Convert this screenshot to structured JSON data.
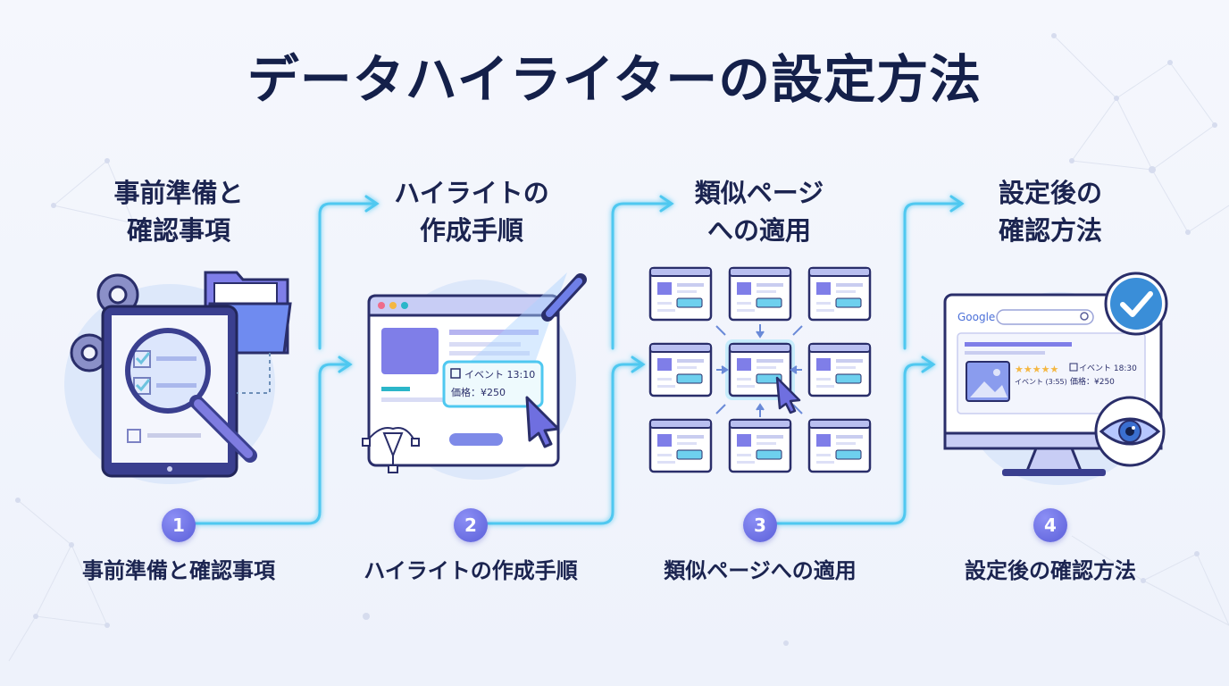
{
  "title": "データハイライターの設定方法",
  "steps": [
    {
      "number": "1",
      "title_line1": "事前準備と",
      "title_line2": "確認事項",
      "label": "事前準備と確認事項"
    },
    {
      "number": "2",
      "title_line1": "ハイライトの",
      "title_line2": "作成手順",
      "label": "ハイライトの作成手順"
    },
    {
      "number": "3",
      "title_line1": "類似ページ",
      "title_line2": "への適用",
      "label": "類似ページへの適用"
    },
    {
      "number": "4",
      "title_line1": "設定後の",
      "title_line2": "確認方法",
      "label": "設定後の確認方法"
    }
  ],
  "illus2": {
    "event_text": "イベント 13:10",
    "price_text": "価格：¥250"
  },
  "illus4": {
    "search_logo": "Google",
    "event_text": "イベント 18:30",
    "sub_text": "イベント (3:55)",
    "price_text": "価格：¥250"
  },
  "colors": {
    "accent": "#5b5fd9",
    "flow": "#4fc8f0",
    "title": "#14204a"
  }
}
